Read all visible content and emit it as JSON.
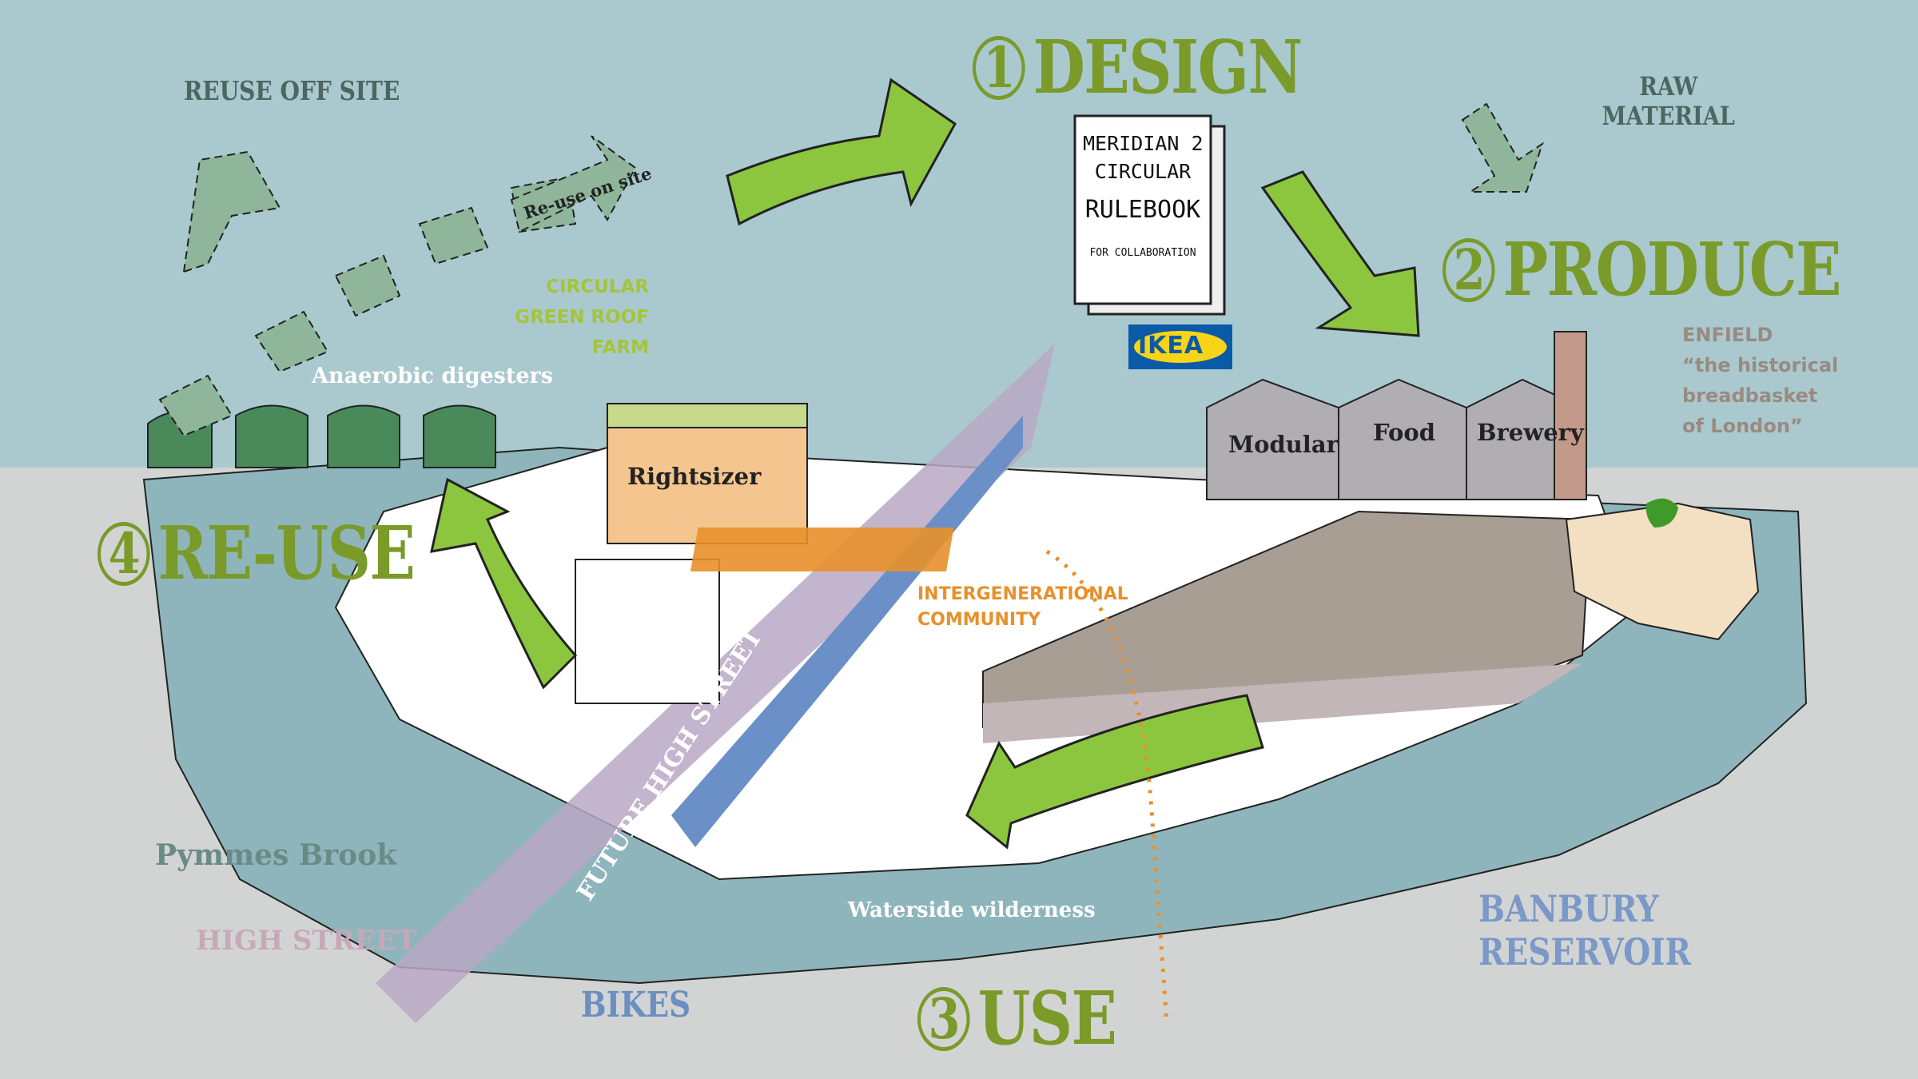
{
  "stages": [
    {
      "number": "1",
      "label": "DESIGN"
    },
    {
      "number": "2",
      "label": "PRODUCE"
    },
    {
      "number": "3",
      "label": "USE"
    },
    {
      "number": "4",
      "label": "RE-USE"
    }
  ],
  "labels": {
    "reuse_off_site": "REUSE OFF SITE",
    "reuse_on_site": "Re-use on site",
    "raw_material": [
      "RAW",
      "MATERIAL"
    ],
    "anaerobic": "Anaerobic digesters",
    "green_roof": [
      "CIRCULAR",
      "GREEN ROOF",
      "FARM"
    ],
    "rightsizer": "Rightsizer",
    "modular": "Modular",
    "food": "Food",
    "brewery": "Brewery",
    "ikea": "IKEA",
    "enfield": [
      "ENFIELD",
      "“the historical",
      "breadbasket",
      "of London”"
    ],
    "intergenerational": [
      "INTERGENERATIONAL",
      "COMMUNITY"
    ],
    "future_high_street": "FUTURE HIGH STREET",
    "pymmes_brook": "Pymmes Brook",
    "high_street": "HIGH STREET",
    "bikes": "BIKES",
    "waterside": "Waterside wilderness",
    "banbury": [
      "BANBURY",
      "RESERVOIR"
    ]
  },
  "rulebook": [
    "MERIDIAN 2",
    "CIRCULAR",
    "RULEBOOK",
    "FOR COLLABORATION"
  ],
  "colors": {
    "sky": "#a9c9cf",
    "ground": "#d2d4d3",
    "water": "#8fb5bc",
    "arrow_green": "#8cc63f",
    "stage_green": "#7a9a2a",
    "orange": "#e8902a"
  }
}
